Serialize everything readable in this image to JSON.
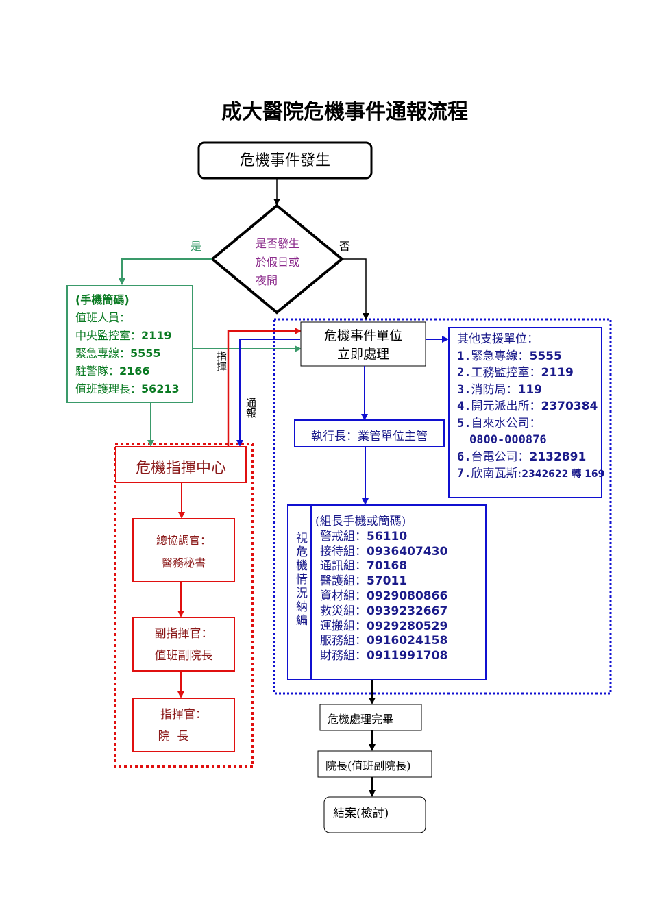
{
  "title": "成大醫院危機事件通報流程",
  "start_node": "危機事件發生",
  "decision": {
    "lines": [
      "是否發生",
      "於假日或",
      "夜間"
    ],
    "yes_label": "是",
    "no_label": "否"
  },
  "duty_box": {
    "header": "(手機簡碼)",
    "subheader": "值班人員：",
    "entries": [
      {
        "name": "中央監控室：",
        "number": "2119"
      },
      {
        "name": "緊急專線：",
        "number": "5555"
      },
      {
        "name": "駐警隊：",
        "number": "2166"
      },
      {
        "name": "值班護理長：",
        "number": "56213"
      }
    ]
  },
  "unit_box": {
    "lines": [
      "危機事件單位",
      "立即處理"
    ]
  },
  "edge_labels": {
    "command": "指揮",
    "report": "通報"
  },
  "support_box": {
    "header": "其他支援單位：",
    "entries": [
      {
        "index": "1.",
        "name": "緊急專線：",
        "number": "5555"
      },
      {
        "index": "2.",
        "name": "工務監控室：",
        "number": "2119"
      },
      {
        "index": "3.",
        "name": "消防局：",
        "number": "119"
      },
      {
        "index": "4.",
        "name": "開元派出所：",
        "number": "2370384"
      },
      {
        "index": "5.",
        "name": "自來水公司：",
        "number": "0800-000876"
      },
      {
        "index": "6.",
        "name": "台電公司：",
        "number": "2132891"
      },
      {
        "index": "7.",
        "name": "欣南瓦斯:",
        "number": "2342622 轉 169"
      }
    ]
  },
  "executive_box": "執行長：業管單位主管",
  "teams_box": {
    "side_label": "視危機情況納編",
    "header": "(組長手機或簡碼)",
    "entries": [
      {
        "name": "警戒組：",
        "number": "56110"
      },
      {
        "name": "接待組：",
        "number": "0936407430"
      },
      {
        "name": "通訊組：",
        "number": "70168"
      },
      {
        "name": "醫護組：",
        "number": "57011"
      },
      {
        "name": "資材組：",
        "number": "0929080866"
      },
      {
        "name": "救災組：",
        "number": "0939232667"
      },
      {
        "name": "運搬組：",
        "number": "0929280529"
      },
      {
        "name": "服務組：",
        "number": "0916024158"
      },
      {
        "name": "財務組：",
        "number": "0911991708"
      }
    ]
  },
  "command_center": {
    "title": "危機指揮中心",
    "boxes": [
      {
        "role": "總協調官：",
        "person": "醫務秘書"
      },
      {
        "role": "副指揮官：",
        "person": "值班副院長"
      },
      {
        "role": "指揮官：",
        "person": "院  長"
      }
    ]
  },
  "end_nodes": [
    "危機處理完畢",
    "院長(值班副院長)",
    "結案(檢討)"
  ],
  "colors": {
    "green": "#3a9a6a",
    "red": "#e01010",
    "blue": "#1010d0",
    "navy_text": "#1a1a8a",
    "green_text": "#0a7a22",
    "darkred_text": "#8b1a1a",
    "purple_text": "#8b2a8b"
  }
}
